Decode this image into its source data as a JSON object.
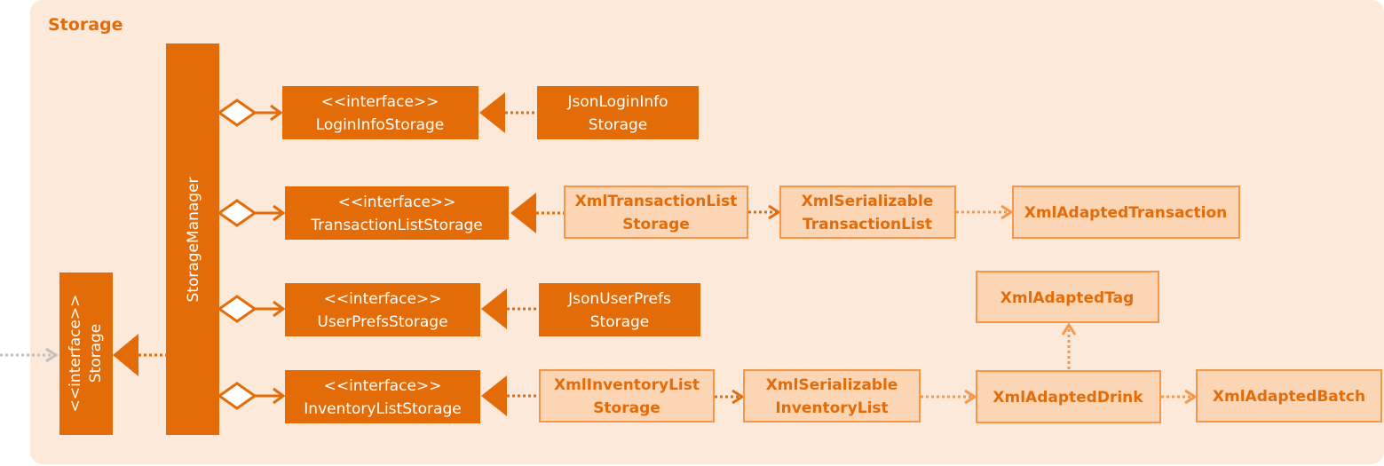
{
  "package": {
    "title": "Storage"
  },
  "colors": {
    "package_bg": "#fde9d9",
    "solid_fill": "#e36c09",
    "light_fill": "#fcd5b4",
    "light_stroke": "#f79646",
    "text_light": "#e36c09",
    "external_arrow": "#bfbfbf"
  },
  "storage_interface": {
    "stereotype": "<<interface>>",
    "name": "Storage"
  },
  "storage_manager": {
    "name": "StorageManager"
  },
  "interfaces": {
    "login": {
      "stereotype": "<<interface>>",
      "name": "LoginInfoStorage"
    },
    "transaction": {
      "stereotype": "<<interface>>",
      "name": "TransactionListStorage"
    },
    "userprefs": {
      "stereotype": "<<interface>>",
      "name": "UserPrefsStorage"
    },
    "inventory": {
      "stereotype": "<<interface>>",
      "name": "InventoryListStorage"
    }
  },
  "implementations": {
    "json_login": {
      "line1": "JsonLoginInfo",
      "line2": "Storage"
    },
    "json_userprefs": {
      "line1": "JsonUserPrefs",
      "line2": "Storage"
    },
    "xml_transaction": {
      "line1": "XmlTransactionList",
      "line2": "Storage"
    },
    "xml_inventory": {
      "line1": "XmlInventoryList",
      "line2": "Storage"
    }
  },
  "serializables": {
    "transaction_list": {
      "line1": "XmlSerializable",
      "line2": "TransactionList"
    },
    "inventory_list": {
      "line1": "XmlSerializable",
      "line2": "InventoryList"
    }
  },
  "adapted": {
    "transaction": "XmlAdaptedTransaction",
    "tag": "XmlAdaptedTag",
    "drink": "XmlAdaptedDrink",
    "batch": "XmlAdaptedBatch"
  }
}
